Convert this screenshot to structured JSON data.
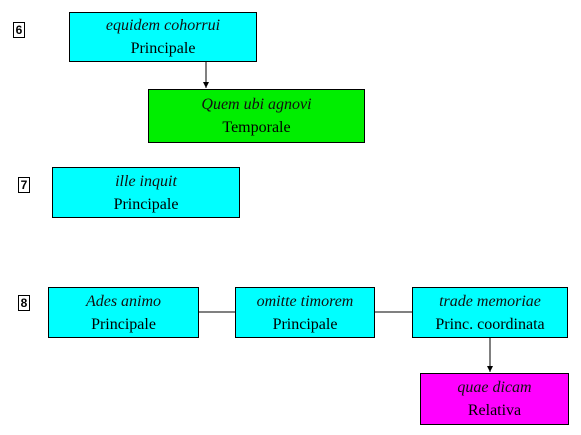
{
  "colors": {
    "principale": "#00ffff",
    "temporale": "#00ee00",
    "relativa": "#ff00ff",
    "stroke": "#000000"
  },
  "groups": [
    {
      "number": "6",
      "nodes": [
        {
          "phrase": "equidem cohorrui",
          "type": "Principale",
          "color_key": "principale"
        },
        {
          "phrase": "Quem ubi agnovi",
          "type": "Temporale",
          "color_key": "temporale"
        }
      ]
    },
    {
      "number": "7",
      "nodes": [
        {
          "phrase": "ille inquit",
          "type": "Principale",
          "color_key": "principale"
        }
      ]
    },
    {
      "number": "8",
      "nodes": [
        {
          "phrase": "Ades animo",
          "type": "Principale",
          "color_key": "principale"
        },
        {
          "phrase": "omitte timorem",
          "type": "Principale",
          "color_key": "principale"
        },
        {
          "phrase": "trade memoriae",
          "type": "Princ. coordinata",
          "color_key": "principale"
        },
        {
          "phrase": "quae dicam",
          "type": "Relativa",
          "color_key": "relativa"
        }
      ]
    }
  ]
}
